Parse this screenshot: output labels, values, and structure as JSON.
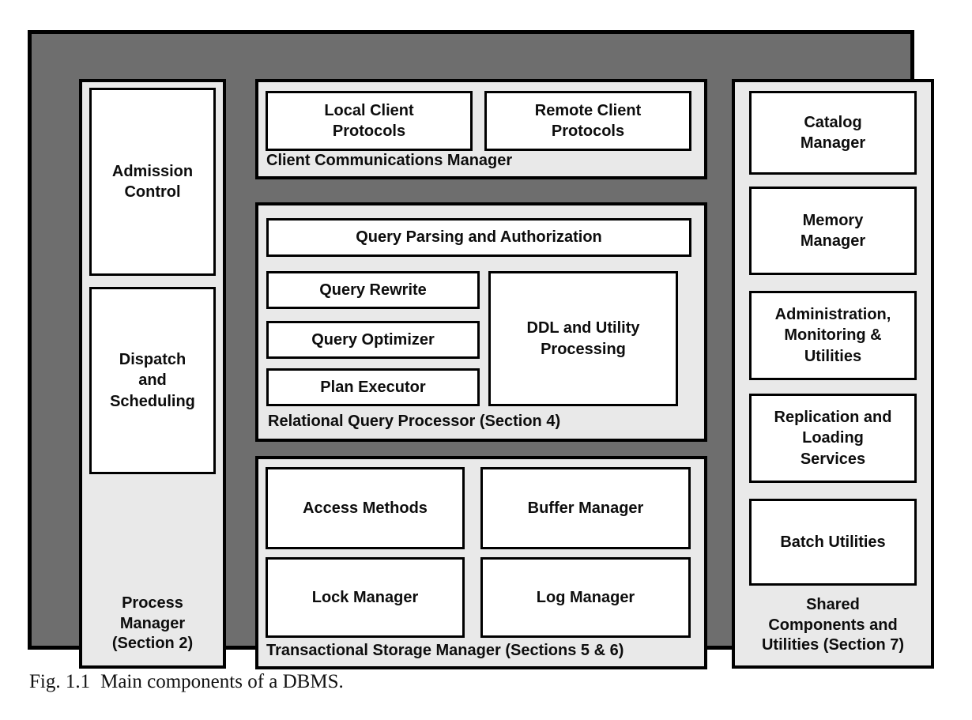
{
  "caption": {
    "label": "Fig. 1.1",
    "text": "Main components of a DBMS."
  },
  "colors": {
    "frame_bg": "#6e6e6e",
    "panel_bg": "#e9e9e9",
    "box_bg": "#ffffff",
    "border": "#000000",
    "text": "#0d0d0d"
  },
  "diagram": {
    "process_manager": {
      "label": "Process\nManager\n(Section 2)",
      "admission_control": "Admission\nControl",
      "dispatch_scheduling": "Dispatch\nand\nScheduling"
    },
    "client_comm_manager": {
      "label": "Client Communications Manager",
      "local_client_protocols": "Local Client\nProtocols",
      "remote_client_protocols": "Remote Client\nProtocols"
    },
    "relational_query_processor": {
      "label": "Relational Query Processor (Section 4)",
      "query_parsing": "Query Parsing and Authorization",
      "query_rewrite": "Query Rewrite",
      "query_optimizer": "Query Optimizer",
      "plan_executor": "Plan Executor",
      "ddl_utility": "DDL and Utility\nProcessing"
    },
    "transactional_storage_manager": {
      "label": "Transactional Storage Manager (Sections 5 & 6)",
      "access_methods": "Access Methods",
      "buffer_manager": "Buffer Manager",
      "lock_manager": "Lock Manager",
      "log_manager": "Log Manager"
    },
    "shared_components": {
      "label": "Shared\nComponents and\nUtilities (Section 7)",
      "catalog_manager": "Catalog\nManager",
      "memory_manager": "Memory\nManager",
      "admin_monitoring": "Administration,\nMonitoring &\nUtilities",
      "replication_loading": "Replication and\nLoading\nServices",
      "batch_utilities": "Batch Utilities"
    }
  }
}
